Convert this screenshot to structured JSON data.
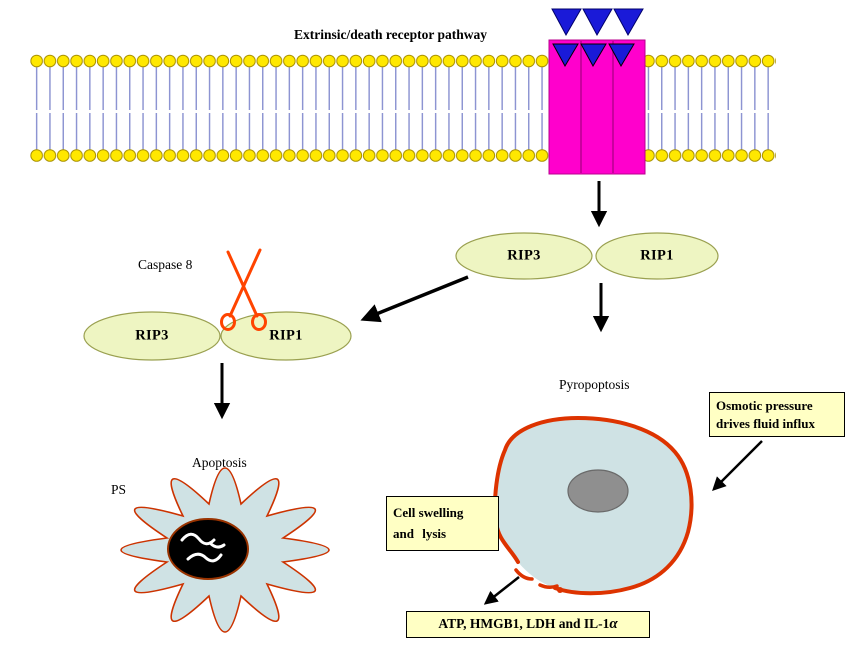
{
  "title": "Extrinsic/death receptor pathway",
  "labels": {
    "caspase8": "Caspase 8",
    "pyroptosis": "Pyropoptosis",
    "apoptosis": "Apoptosis",
    "ps": "PS"
  },
  "complexes": {
    "receptor_bound": {
      "left": "RIP3",
      "right": "RIP1"
    },
    "cleaved": {
      "left": "RIP3",
      "right": "RIP1"
    }
  },
  "boxes": {
    "osmotic": {
      "line1": "Osmotic pressure",
      "line2": "drives fluid influx"
    },
    "swelling": {
      "line1": "Cell swelling",
      "line2": "and lysis"
    },
    "release": {
      "text": "ATP, HMGB1, LDH and IL-1",
      "alpha": "α"
    }
  },
  "colors": {
    "lipidHead": "#ffe800",
    "lipidHeadStroke": "#a89000",
    "lipidTail": "#8890d0",
    "receptor": "#ff00cc",
    "receptorLine": "#b8008e",
    "ligand": "#1a1ad8",
    "ligandStroke": "#00006a",
    "ripFill": "#eef5c2",
    "ripStroke": "#9aa050",
    "arrow": "#000000",
    "cellFill": "#cfe2e4",
    "apoptoticStroke": "#cc3300",
    "pyroptoticStroke": "#dd3300",
    "nucleusApoptotic": "#000000",
    "nucleusApoptoticStroke": "#993300",
    "nucleusPyroptotic": "#8f8f8f",
    "nucleusPyroptoticStroke": "#6a6a6a",
    "boxFill": "#ffffc4",
    "scissors": "#ff4400"
  }
}
